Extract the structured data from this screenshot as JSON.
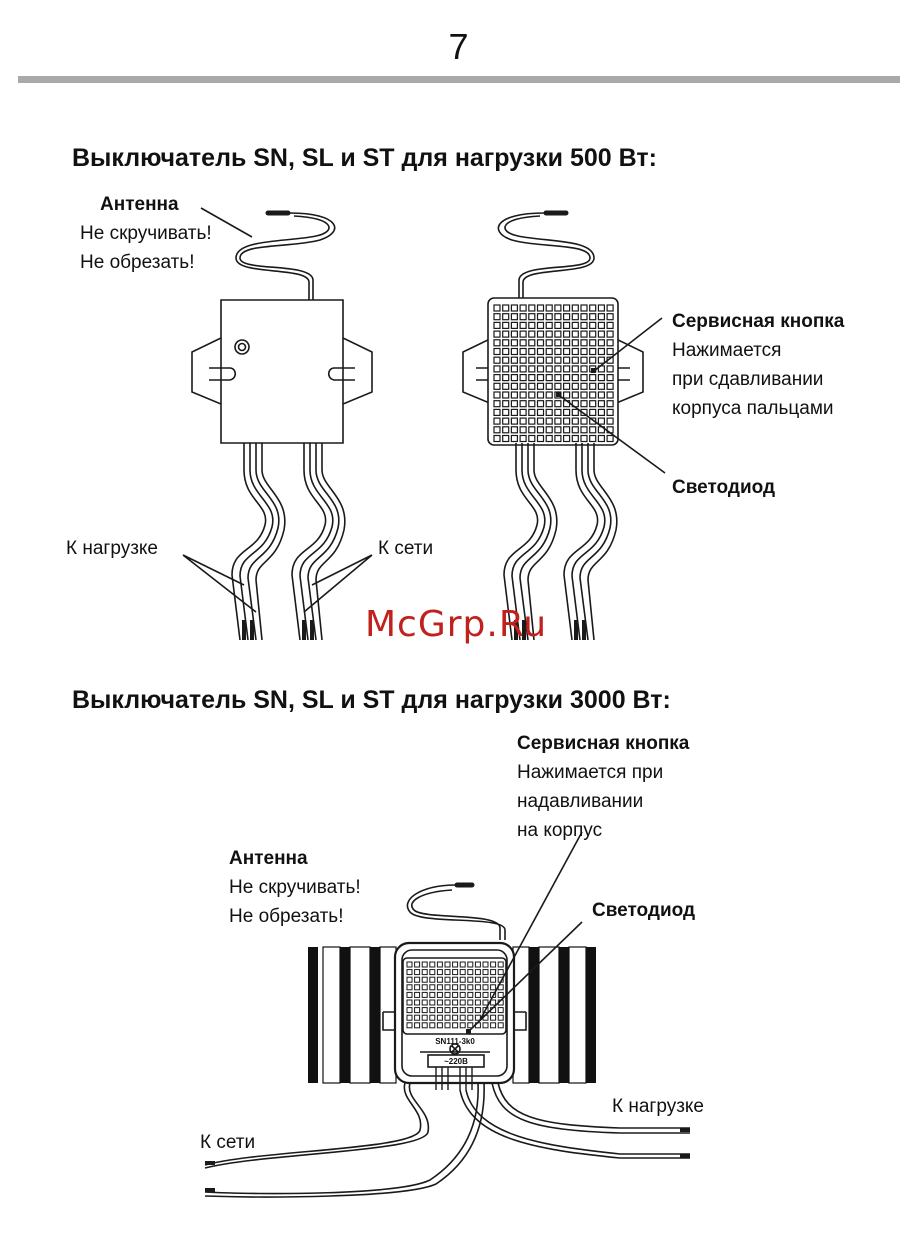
{
  "page": {
    "number": "7"
  },
  "section_500w": {
    "title": "Выключатель SN, SL и ST для нагрузки 500 Вт:",
    "antenna": {
      "title": "Антенна",
      "line1": "Не скручивать!",
      "line2": "Не обрезать!"
    },
    "service_button": {
      "title": "Сервисная кнопка",
      "line1": "Нажимается",
      "line2": "при сдавливании",
      "line3": "корпуса пальцами"
    },
    "led": "Светодиод",
    "to_load": "К нагрузке",
    "to_mains": "К сети"
  },
  "watermark": "McGrp.Ru",
  "section_3000w": {
    "title": "Выключатель SN, SL и ST для нагрузки 3000 Вт:",
    "service_button": {
      "title": "Сервисная кнопка",
      "line1": "Нажимается при",
      "line2": "надавливании",
      "line3": "на корпус"
    },
    "antenna": {
      "title": "Антенна",
      "line1": "Не скручивать!",
      "line2": "Не обрезать!"
    },
    "led": "Светодиод",
    "to_load": "К нагрузке",
    "to_mains": "К сети",
    "device_model": "SN111-3k0",
    "device_voltage": "~220В"
  }
}
